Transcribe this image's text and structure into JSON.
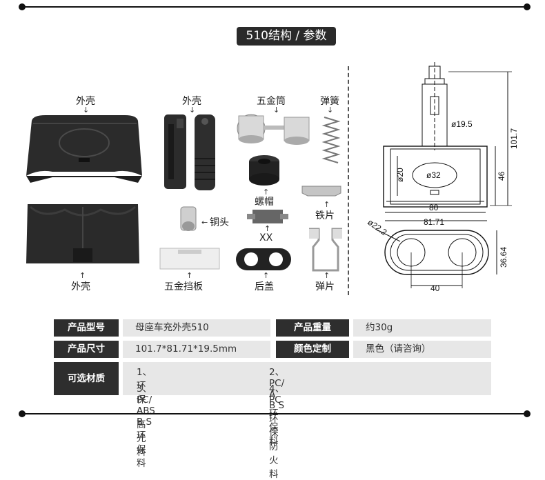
{
  "title": "510结构 / 参数",
  "parts": {
    "shell_top": "外壳",
    "shell_side": "外壳",
    "cylinder": "五金筒",
    "spring": "弹簧",
    "nut": "螺帽",
    "iron_piece": "铁片",
    "copper_head": "铜头",
    "xx": "XX",
    "shell_bottom": "外壳",
    "baffle": "五金挡板",
    "back_cover": "后盖",
    "spring_piece": "弹片"
  },
  "dimensions": {
    "d19": "ø19.5",
    "height": "101.7",
    "d20": "ø20",
    "d32": "ø32",
    "h46": "46",
    "w80": "80",
    "w81": "81.71",
    "d22": "ø22.2",
    "h36": "36.64",
    "w40": "40"
  },
  "specs": {
    "model_label": "产品型号",
    "model_value": "母座车充外壳510",
    "weight_label": "产品重量",
    "weight_value": "约30g",
    "size_label": "产品尺寸",
    "size_value": "101.7*81.71*19.5mm",
    "color_label": "颜色定制",
    "color_value": "黑色（请咨询）",
    "material_label": "可选材质",
    "material_1": "1、环保ABS高光料",
    "material_2": "2、PC/ A B S 环保防火料",
    "material_3": "3、PC/ A B S 环保料",
    "material_4": "4、PC环保料"
  },
  "colors": {
    "dark": "#2e2e2e",
    "light": "#e7e7e7"
  }
}
